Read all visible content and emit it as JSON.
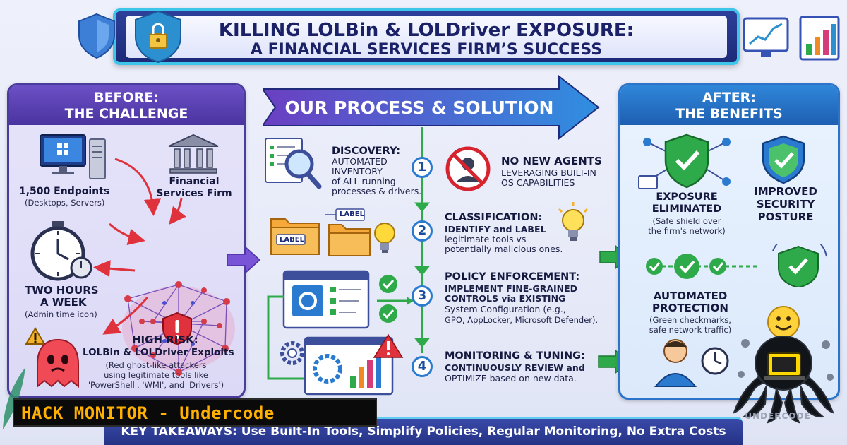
{
  "title": {
    "line1": "KILLING LOLBin & LOLDriver EXPOSURE:",
    "line2": "A FINANCIAL SERVICES FIRM’S SUCCESS"
  },
  "before": {
    "heading_line1": "BEFORE:",
    "heading_line2": "THE CHALLENGE",
    "endpoints_label": "1,500 Endpoints",
    "endpoints_sub": "(Desktops, Servers)",
    "firm_label_1": "Financial",
    "firm_label_2": "Services Firm",
    "time_label_1": "TWO HOURS",
    "time_label_2": "A WEEK",
    "time_sub": "(Admin time icon)",
    "risk_label": "HIGH RISK:",
    "risk_sub": "LOLBin & LOLDriver Exploits",
    "risk_desc_1": "(Red ghost-like attackers",
    "risk_desc_2": "using legitimate tools like",
    "risk_desc_3": "'PowerShell', 'WMI', and 'Drivers')"
  },
  "process": {
    "title": "OUR PROCESS & SOLUTION",
    "steps": [
      {
        "num": "1",
        "title": "DISCOVERY:",
        "body_1": "AUTOMATED",
        "body_2": "INVENTORY",
        "body_3": "of ALL running",
        "body_4": "processes & drivers."
      },
      {
        "num": "2",
        "title": "CLASSIFICATION:",
        "body_1": "IDENTIFY and LABEL",
        "body_2": "legitimate tools vs",
        "body_3": "potentially malicious ones."
      },
      {
        "num": "3",
        "title": "POLICY ENFORCEMENT:",
        "body_1": "IMPLEMENT FINE-GRAINED",
        "body_2": "CONTROLS via EXISTING",
        "body_3": "System Configuration (e.g.,",
        "body_4": "GPO, AppLocker, Microsoft Defender)."
      },
      {
        "num": "4",
        "title": "MONITORING & TUNING:",
        "body_1": "CONTINUOUSLY REVIEW and",
        "body_2": "OPTIMIZE based on new data."
      }
    ],
    "no_agents_title": "NO NEW AGENTS",
    "no_agents_body_1": "LEVERAGING BUILT-IN",
    "no_agents_body_2": "OS CAPABILITIES",
    "label_tag": "LABEL"
  },
  "after": {
    "heading_line1": "AFTER:",
    "heading_line2": "THE BENEFITS",
    "exposure_1": "EXPOSURE",
    "exposure_2": "ELIMINATED",
    "exposure_sub_1": "(Safe shield over",
    "exposure_sub_2": "the firm's network)",
    "posture_1": "IMPROVED",
    "posture_2": "SECURITY",
    "posture_3": "POSTURE",
    "auto_1": "AUTOMATED",
    "auto_2": "PROTECTION",
    "auto_sub_1": "(Green checkmarks,",
    "auto_sub_2": "safe network traffic)"
  },
  "footer": {
    "text": "KEY TAKEAWAYS: Use Built-In Tools, Simplify Policies, Regular Monitoring, No Extra Costs"
  },
  "brand": {
    "text": "HACK MONITOR - Undercode",
    "logo_text": "UNDERCODE"
  },
  "colors": {
    "before_accent": "#4a3c9c",
    "after_accent": "#2b74c9",
    "process_accent": "#2a7bd0",
    "risk_red": "#e0323c",
    "safe_green": "#2eaa4a",
    "brand_orange": "#ffb000"
  }
}
